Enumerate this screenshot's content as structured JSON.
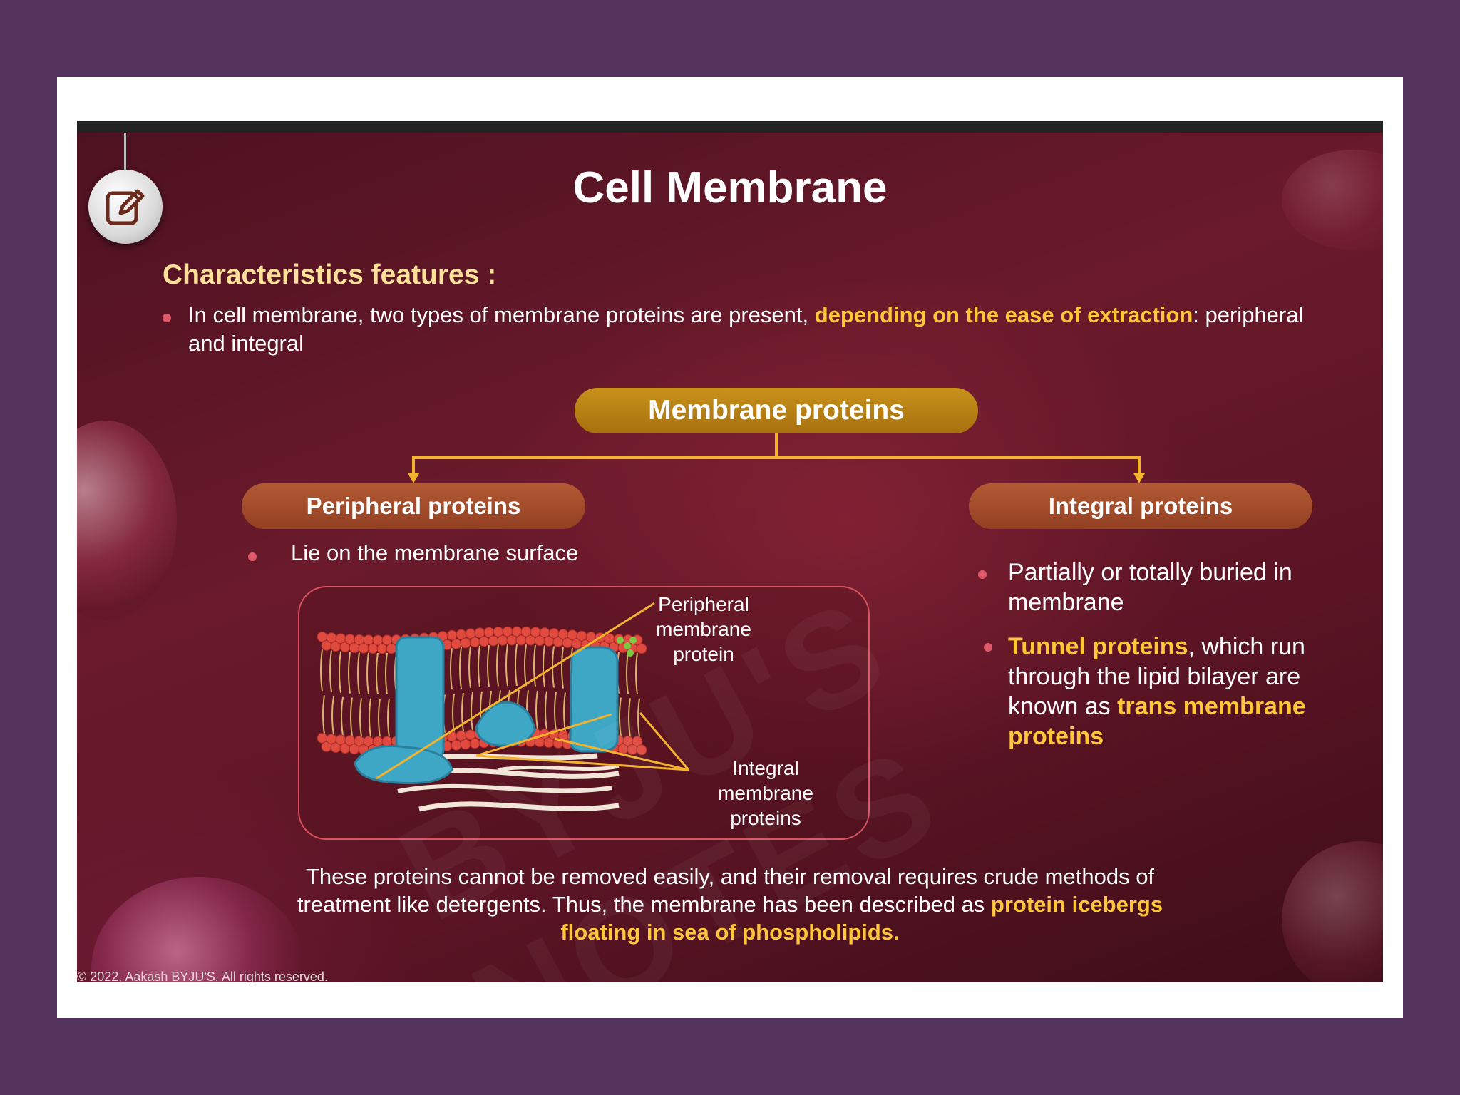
{
  "slide": {
    "title": "Cell Membrane",
    "subheading": "Characteristics features  :",
    "intro": {
      "text_before": "In cell membrane, two types of membrane proteins are present, ",
      "highlight": "depending on the ease of extraction",
      "text_after": ": peripheral and integral"
    },
    "tree": {
      "root": "Membrane proteins",
      "left": "Peripheral proteins",
      "right": "Integral proteins"
    },
    "peripheral_point": "Lie on the membrane surface",
    "integral_points": {
      "p1": "Partially or totally buried in membrane",
      "p2_hl1": "Tunnel proteins",
      "p2_mid": ", which run through the lipid bilayer are known as ",
      "p2_hl2": "trans membrane proteins"
    },
    "diagram_labels": {
      "peripheral": "Peripheral membrane protein",
      "integral": "Integral membrane proteins"
    },
    "conclusion": {
      "text": "These proteins cannot be removed easily, and their removal requires crude methods of treatment like detergents. Thus, the membrane has been described as ",
      "highlight": "protein icebergs floating in sea of phospholipids."
    },
    "copyright": "© 2022, Aakash BYJU'S. All rights reserved.",
    "icons": [
      "edit-icon"
    ],
    "colors": {
      "highlight": "#ffc63a",
      "subheading": "#ffe19a",
      "root_pill": "#b98117",
      "branch_pill": "#a24b2b",
      "connector": "#f4b32c"
    }
  }
}
